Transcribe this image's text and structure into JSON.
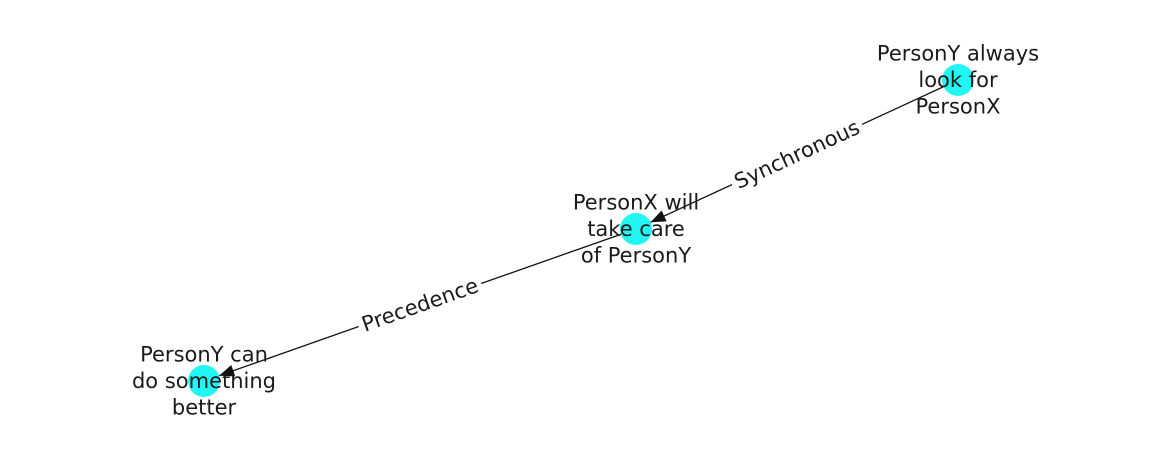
{
  "nodes": [
    {
      "id": "n1",
      "label_lines": [
        "PersonY always",
        "look for",
        "PersonX"
      ]
    },
    {
      "id": "n2",
      "label_lines": [
        "PersonX will",
        "take care",
        "of PersonY"
      ]
    },
    {
      "id": "n3",
      "label_lines": [
        "PersonY can",
        "do something",
        "better"
      ]
    }
  ],
  "edges": [
    {
      "from": "n1",
      "to": "n2",
      "label": "Synchronous"
    },
    {
      "from": "n2",
      "to": "n3",
      "label": "Precedence"
    }
  ],
  "colors": {
    "node": "#22f6f2",
    "edge": "#111111",
    "text": "#1a1a1a"
  }
}
